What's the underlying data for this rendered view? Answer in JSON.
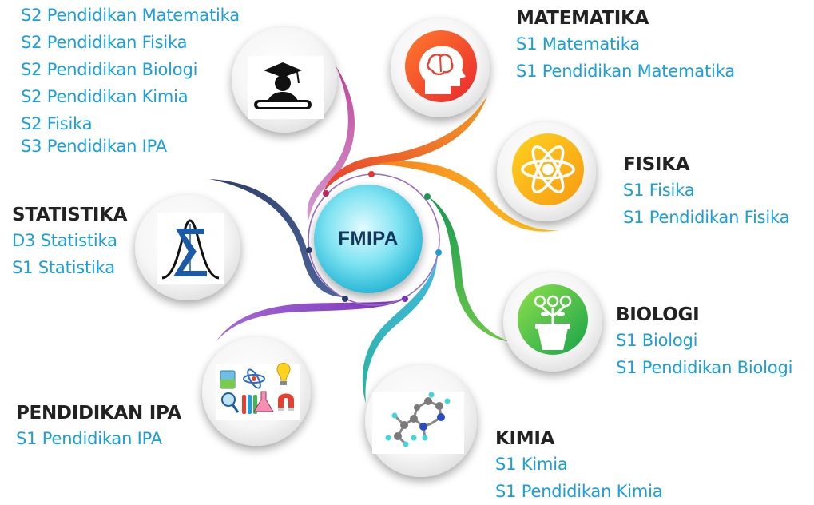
{
  "center": {
    "label": "FMIPA"
  },
  "s2": {
    "programs": [
      "S2 Pendidikan Matematika",
      "S2 Pendidikan Fisika",
      "S2 Pendidikan Biologi",
      "S2 Pendidikan Kimia",
      "S2 Fisika",
      "S3 Pendidikan IPA"
    ],
    "icon": "graduate-icon"
  },
  "matematika": {
    "title": "MATEMATIKA",
    "programs": [
      "S1 Matematika",
      "S1 Pendidikan Matematika"
    ],
    "icon": "brain-head-icon",
    "color": "#f0432e"
  },
  "fisika": {
    "title": "FISIKA",
    "programs": [
      "S1 Fisika",
      "S1 Pendidikan Fisika"
    ],
    "icon": "atom-icon",
    "color": "#f9b416"
  },
  "statistika": {
    "title": "STATISTIKA",
    "programs": [
      "D3 Statistika",
      "S1 Statistika"
    ],
    "icon": "sigma-bell-curve-icon"
  },
  "biologi": {
    "title": "BIOLOGI",
    "programs": [
      "S1 Biologi",
      "S1 Pendidikan Biologi"
    ],
    "icon": "potted-plant-icon",
    "color": "#3cba4b"
  },
  "pendidikan_ipa": {
    "title": "PENDIDIKAN IPA",
    "programs": [
      "S1 Pendidikan IPA"
    ],
    "icon": "science-tools-icon"
  },
  "kimia": {
    "title": "KIMIA",
    "programs": [
      "S1 Kimia",
      "S1 Pendidikan Kimia"
    ],
    "icon": "molecule-icon"
  }
}
